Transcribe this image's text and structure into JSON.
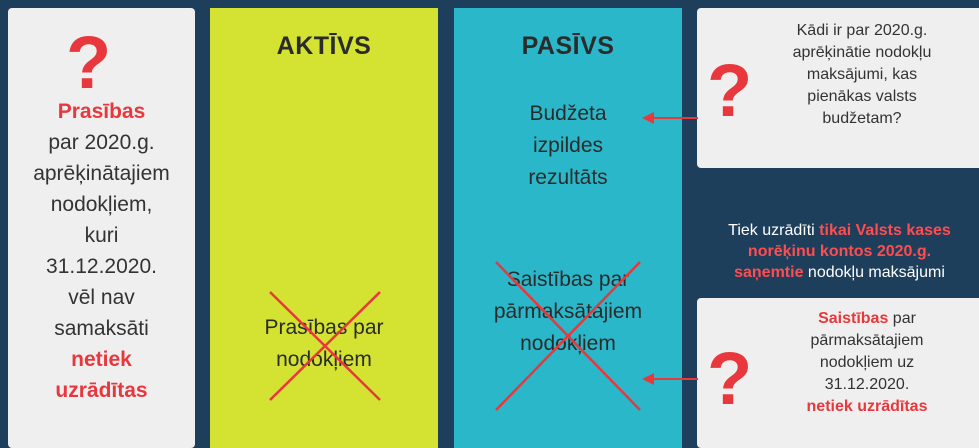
{
  "left": {
    "line1": "Prasības",
    "line2": "par 2020.g.",
    "line3": "aprēķinātajiem",
    "line4": "nodokļiem,",
    "line5": "kuri",
    "line6": "31.12.2020.",
    "line7": "vēl nav",
    "line8": "samaksāti",
    "line9": "netiek",
    "line10": "uzrādītas"
  },
  "aktivs": {
    "heading": "AKTĪVS",
    "item_line1": "Prasības par",
    "item_line2": "nodokļiem"
  },
  "pasivs": {
    "heading": "PASĪVS",
    "budget_line1": "Budžeta",
    "budget_line2": "izpildes",
    "budget_line3": "rezultāts",
    "liab_line1": "Saistības par",
    "liab_line2": "pārmaksātajiem",
    "liab_line3": "nodokļiem"
  },
  "question_top": {
    "line1": "Kādi ir par 2020.g.",
    "line2": "aprēķinātie nodokļu",
    "line3": "maksājumi, kas",
    "line4": "pienākas valsts",
    "line5": "budžetam?"
  },
  "info": {
    "part1": "Tiek uzrādīti ",
    "highlight1": "tikai Valsts kases",
    "highlight2": "norēķinu kontos 2020.g.",
    "highlight3": "saņemtie",
    "part2": " nodokļu maksājumi"
  },
  "question_bottom": {
    "line1_red": "Saistības",
    "line1_rest": " par",
    "line2": "pārmaksātajiem",
    "line3": "nodokļiem uz",
    "line4": "31.12.2020.",
    "line5": "netiek uzrādītas"
  },
  "qmark_symbol": "?",
  "colors": {
    "background": "#1e3f5c",
    "card": "#efefef",
    "aktivs": "#d4e231",
    "pasivs": "#29b7c9",
    "accent_red": "#e8383d"
  }
}
